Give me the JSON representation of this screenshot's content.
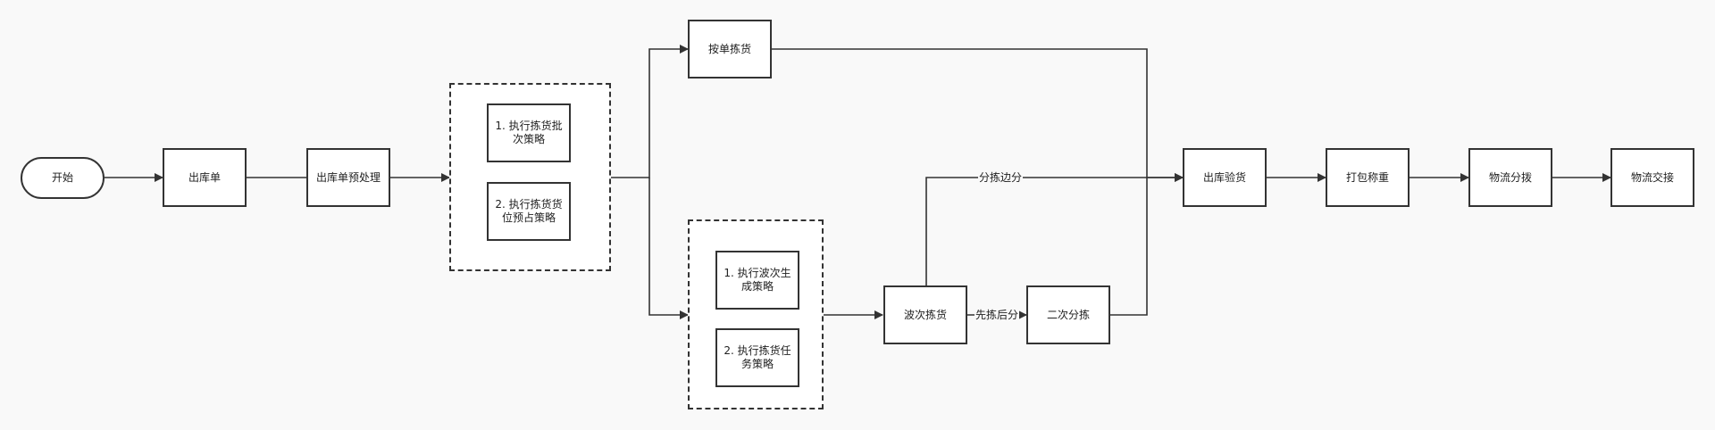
{
  "diagram": {
    "nodes": {
      "start": "开始",
      "outbound_order": "出库单",
      "preprocess": "出库单预处理",
      "batch_strategy": "1. 执行拣货批次策略",
      "slot_strategy": "2. 执行拣货货位预占策略",
      "pick_by_order": "按单拣货",
      "wave_strategy": "1. 执行波次生成策略",
      "task_strategy": "2. 执行拣货任务策略",
      "wave_picking": "波次拣货",
      "secondary_sort": "二次分拣",
      "outbound_check": "出库验货",
      "pack_weigh": "打包称重",
      "logistics_sort": "物流分拨",
      "logistics_handover": "物流交接"
    },
    "edge_labels": {
      "pick_while_sort": "分拣边分",
      "pick_then_sort": "先拣后分"
    }
  },
  "colors": {
    "stroke": "#333333",
    "background": "#f9f9f9",
    "node_fill": "#ffffff"
  }
}
